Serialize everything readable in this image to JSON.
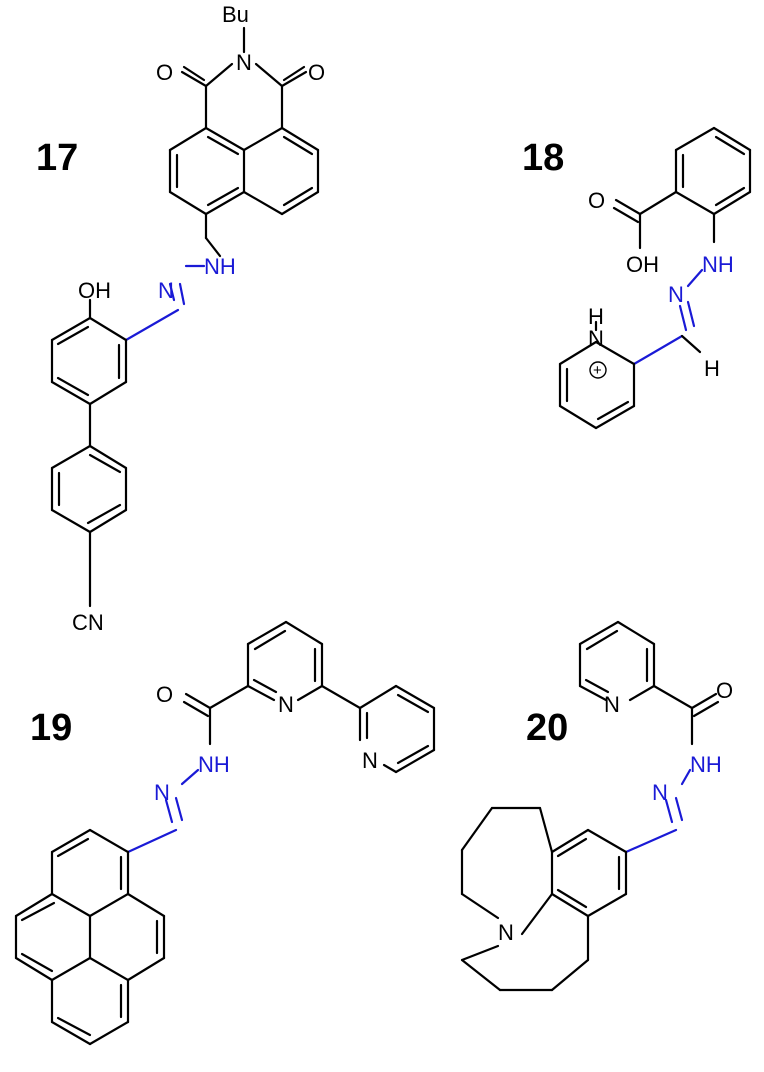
{
  "compounds": [
    {
      "number": "17",
      "labels": {
        "butyl": "Bu",
        "imide_n": "N",
        "o_left": "O",
        "o_right": "O",
        "nh": "NH",
        "n": "N",
        "hydroxyl": "OH",
        "nitrile": "CN"
      }
    },
    {
      "number": "18",
      "labels": {
        "o": "O",
        "oh": "OH",
        "nh": "NH",
        "n": "N",
        "h": "H",
        "pyridinium_n": "N",
        "pyridinium_h": "H",
        "charge": "+"
      }
    },
    {
      "number": "19",
      "labels": {
        "o": "O",
        "nh": "NH",
        "n": "N",
        "n_py1": "N",
        "n_py2": "N"
      }
    },
    {
      "number": "20",
      "labels": {
        "n_py": "N",
        "o": "O",
        "nh": "NH",
        "n": "N",
        "n_jul": "N"
      }
    }
  ],
  "colors": {
    "hydrazone": "#1a1ad6",
    "bond": "#000000"
  }
}
